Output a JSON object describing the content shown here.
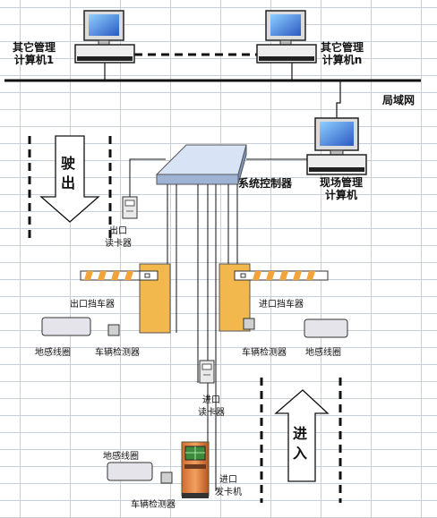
{
  "labels": {
    "pc_other_1": "其它管理\n计算机1",
    "pc_other_n": "其它管理\n计算机n",
    "lan": "局域网",
    "pc_site": "现场管理\n计算机",
    "controller": "系统控制器",
    "exit_arrow": "驶\n出",
    "entry_arrow": "进\n入",
    "exit_reader": "出口\n读卡器",
    "exit_barrier": "出口挡车器",
    "entry_barrier": "进口挡车器",
    "loop_left": "地感线圈",
    "vehicle_det_left": "车辆检测器",
    "vehicle_det_right": "车辆检测器",
    "loop_right": "地感线圈",
    "entry_reader": "进口\n读卡器",
    "loop_bottom": "地感线圈",
    "vehicle_det_bottom": "车辆检测器",
    "card_dispenser": "进口\n发卡机"
  },
  "colors": {
    "barrier_body": "#f2b84e",
    "barrier_stripe": "#f2a33a",
    "controller_top": "#d8e3f5",
    "controller_side": "#9fb3d4",
    "monitor_screen": "#2b59c3",
    "loop_fill": "#e4e4ea"
  },
  "icons": [
    "computer-icon",
    "card-reader-icon",
    "card-dispenser-icon",
    "barrier-gate-icon",
    "vehicle-detector-icon",
    "ground-loop-icon"
  ]
}
